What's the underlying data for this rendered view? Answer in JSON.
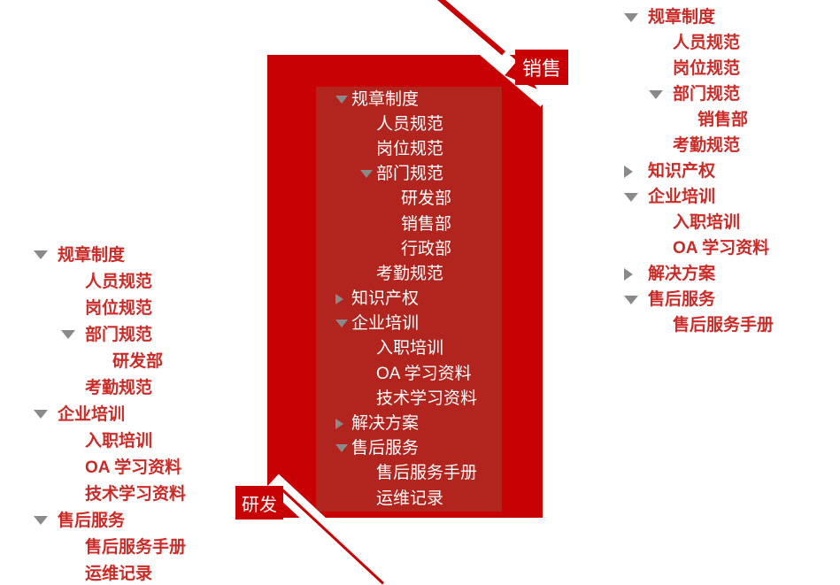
{
  "colors": {
    "accent_red": "#c80204",
    "panel_red": "#b2241e",
    "outer_tree_text_red": "#cb2b27",
    "panel_text_white": "#ffffff",
    "triangle_gray": "#8a8a8a"
  },
  "icon_legend": {
    "expanded": "triangle-down-icon",
    "collapsed": "triangle-right-icon"
  },
  "callouts": {
    "sales": {
      "text": "销售"
    },
    "rnd": {
      "text": "研发"
    }
  },
  "trees": {
    "left": {
      "items": [
        {
          "label": "规章制度",
          "level": 1,
          "state": "expanded"
        },
        {
          "label": "人员规范",
          "level": 2,
          "state": "leaf"
        },
        {
          "label": "岗位规范",
          "level": 2,
          "state": "leaf"
        },
        {
          "label": "部门规范",
          "level": 2,
          "state": "expanded"
        },
        {
          "label": "研发部",
          "level": 3,
          "state": "leaf"
        },
        {
          "label": "考勤规范",
          "level": 2,
          "state": "leaf"
        },
        {
          "label": "企业培训",
          "level": 1,
          "state": "expanded"
        },
        {
          "label": "入职培训",
          "level": 2,
          "state": "leaf"
        },
        {
          "label": "OA 学习资料",
          "level": 2,
          "state": "leaf"
        },
        {
          "label": "技术学习资料",
          "level": 2,
          "state": "leaf"
        },
        {
          "label": "售后服务",
          "level": 1,
          "state": "expanded"
        },
        {
          "label": "售后服务手册",
          "level": 2,
          "state": "leaf"
        },
        {
          "label": "运维记录",
          "level": 2,
          "state": "leaf"
        }
      ]
    },
    "center": {
      "items": [
        {
          "label": "规章制度",
          "level": 1,
          "state": "expanded"
        },
        {
          "label": "人员规范",
          "level": 2,
          "state": "leaf"
        },
        {
          "label": "岗位规范",
          "level": 2,
          "state": "leaf"
        },
        {
          "label": "部门规范",
          "level": 2,
          "state": "expanded"
        },
        {
          "label": "研发部",
          "level": 3,
          "state": "leaf"
        },
        {
          "label": "销售部",
          "level": 3,
          "state": "leaf"
        },
        {
          "label": "行政部",
          "level": 3,
          "state": "leaf"
        },
        {
          "label": "考勤规范",
          "level": 2,
          "state": "leaf"
        },
        {
          "label": "知识产权",
          "level": 1,
          "state": "collapsed"
        },
        {
          "label": "企业培训",
          "level": 1,
          "state": "expanded"
        },
        {
          "label": "入职培训",
          "level": 2,
          "state": "leaf"
        },
        {
          "label": "OA 学习资料",
          "level": 2,
          "state": "leaf"
        },
        {
          "label": "技术学习资料",
          "level": 2,
          "state": "leaf"
        },
        {
          "label": "解决方案",
          "level": 1,
          "state": "collapsed"
        },
        {
          "label": "售后服务",
          "level": 1,
          "state": "expanded"
        },
        {
          "label": "售后服务手册",
          "level": 2,
          "state": "leaf"
        },
        {
          "label": "运维记录",
          "level": 2,
          "state": "leaf"
        }
      ]
    },
    "right": {
      "items": [
        {
          "label": "规章制度",
          "level": 1,
          "state": "expanded"
        },
        {
          "label": "人员规范",
          "level": 2,
          "state": "leaf"
        },
        {
          "label": "岗位规范",
          "level": 2,
          "state": "leaf"
        },
        {
          "label": "部门规范",
          "level": 2,
          "state": "expanded"
        },
        {
          "label": "销售部",
          "level": 3,
          "state": "leaf"
        },
        {
          "label": "考勤规范",
          "level": 2,
          "state": "leaf"
        },
        {
          "label": "知识产权",
          "level": 1,
          "state": "collapsed"
        },
        {
          "label": "企业培训",
          "level": 1,
          "state": "expanded"
        },
        {
          "label": "入职培训",
          "level": 2,
          "state": "leaf"
        },
        {
          "label": "OA 学习资料",
          "level": 2,
          "state": "leaf"
        },
        {
          "label": "解决方案",
          "level": 1,
          "state": "collapsed"
        },
        {
          "label": "售后服务",
          "level": 1,
          "state": "expanded"
        },
        {
          "label": "售后服务手册",
          "level": 2,
          "state": "leaf"
        }
      ]
    }
  }
}
